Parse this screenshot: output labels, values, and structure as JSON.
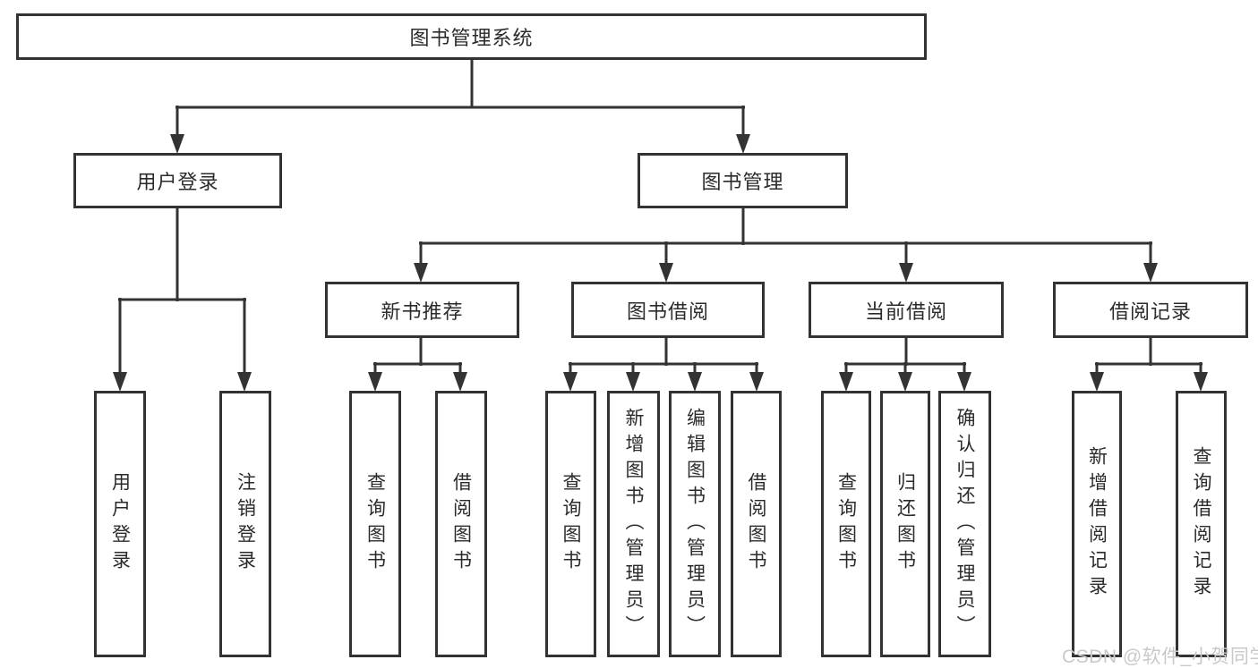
{
  "diagram": {
    "root": {
      "label": "图书管理系统"
    },
    "branches": [
      {
        "label": "用户登录",
        "children": [
          {
            "label": "用户登录"
          },
          {
            "label": "注销登录"
          }
        ]
      },
      {
        "label": "图书管理",
        "children": [
          {
            "label": "新书推荐",
            "children": [
              {
                "label": "查询图书"
              },
              {
                "label": "借阅图书"
              }
            ]
          },
          {
            "label": "图书借阅",
            "children": [
              {
                "label": "查询图书"
              },
              {
                "label": "新增图书（管理员）"
              },
              {
                "label": "编辑图书（管理员）"
              },
              {
                "label": "借阅图书"
              }
            ]
          },
          {
            "label": "当前借阅",
            "children": [
              {
                "label": "查询图书"
              },
              {
                "label": "归还图书"
              },
              {
                "label": "确认归还（管理员）"
              }
            ]
          },
          {
            "label": "借阅记录",
            "children": [
              {
                "label": "新增借阅记录"
              },
              {
                "label": "查询借阅记录"
              }
            ]
          }
        ]
      }
    ],
    "colors": {
      "line": "#333333",
      "text": "#2b2b2b",
      "watermark": "#c9c9c9",
      "background": "#ffffff"
    }
  },
  "watermark": {
    "text": "CSDN @软件_小贺同学"
  }
}
